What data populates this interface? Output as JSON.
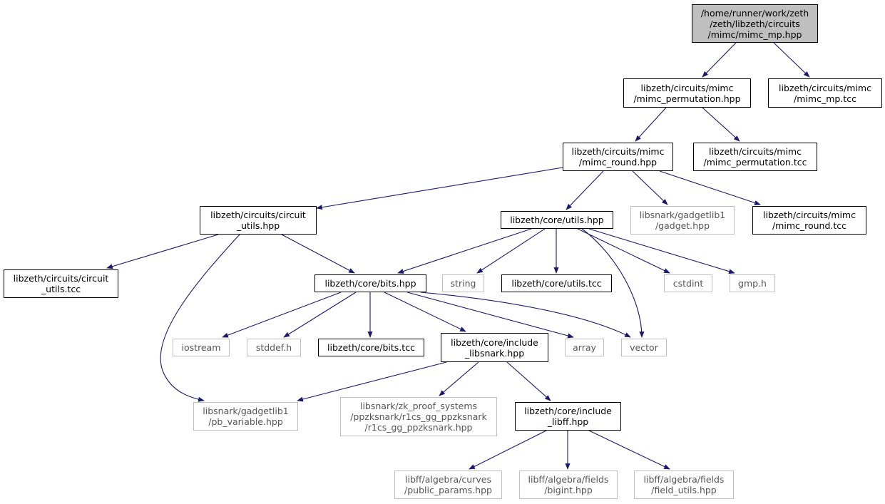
{
  "nodes": {
    "mimc_mp_hpp": [
      "/home/runner/work/zeth",
      "/zeth/libzeth/circuits",
      "/mimc/mimc_mp.hpp"
    ],
    "mimc_permutation_hpp": [
      "libzeth/circuits/mimc",
      "/mimc_permutation.hpp"
    ],
    "mimc_mp_tcc": [
      "libzeth/circuits/mimc",
      "/mimc_mp.tcc"
    ],
    "mimc_round_hpp": [
      "libzeth/circuits/mimc",
      "/mimc_round.hpp"
    ],
    "mimc_permutation_tcc": [
      "libzeth/circuits/mimc",
      "/mimc_permutation.tcc"
    ],
    "circuit_utils_hpp": [
      "libzeth/circuits/circuit",
      "_utils.hpp"
    ],
    "core_utils_hpp": [
      "libzeth/core/utils.hpp"
    ],
    "gadget_hpp": [
      "libsnark/gadgetlib1",
      "/gadget.hpp"
    ],
    "mimc_round_tcc": [
      "libzeth/circuits/mimc",
      "/mimc_round.tcc"
    ],
    "circuit_utils_tcc": [
      "libzeth/circuits/circuit",
      "_utils.tcc"
    ],
    "bits_hpp": [
      "libzeth/core/bits.hpp"
    ],
    "string": [
      "string"
    ],
    "core_utils_tcc": [
      "libzeth/core/utils.tcc"
    ],
    "cstdint": [
      "cstdint"
    ],
    "gmp_h": [
      "gmp.h"
    ],
    "iostream": [
      "iostream"
    ],
    "stddef_h": [
      "stddef.h"
    ],
    "bits_tcc": [
      "libzeth/core/bits.tcc"
    ],
    "include_libsnark_hpp": [
      "libzeth/core/include",
      "_libsnark.hpp"
    ],
    "array": [
      "array"
    ],
    "vector": [
      "vector"
    ],
    "pb_variable_hpp": [
      "libsnark/gadgetlib1",
      "/pb_variable.hpp"
    ],
    "r1cs_gg_ppzksnark_hpp": [
      "libsnark/zk_proof_systems",
      "/ppzksnark/r1cs_gg_ppzksnark",
      "/r1cs_gg_ppzksnark.hpp"
    ],
    "include_libff_hpp": [
      "libzeth/core/include",
      "_libff.hpp"
    ],
    "public_params_hpp": [
      "libff/algebra/curves",
      "/public_params.hpp"
    ],
    "bigint_hpp": [
      "libff/algebra/fields",
      "/bigint.hpp"
    ],
    "field_utils_hpp": [
      "libff/algebra/fields",
      "/field_utils.hpp"
    ]
  },
  "edges": [
    [
      "mimc_mp_hpp",
      "mimc_permutation_hpp"
    ],
    [
      "mimc_mp_hpp",
      "mimc_mp_tcc"
    ],
    [
      "mimc_permutation_hpp",
      "mimc_round_hpp"
    ],
    [
      "mimc_permutation_hpp",
      "mimc_permutation_tcc"
    ],
    [
      "mimc_round_hpp",
      "circuit_utils_hpp"
    ],
    [
      "mimc_round_hpp",
      "core_utils_hpp"
    ],
    [
      "mimc_round_hpp",
      "gadget_hpp"
    ],
    [
      "mimc_round_hpp",
      "mimc_round_tcc"
    ],
    [
      "circuit_utils_hpp",
      "circuit_utils_tcc"
    ],
    [
      "circuit_utils_hpp",
      "bits_hpp"
    ],
    [
      "circuit_utils_hpp",
      "pb_variable_hpp"
    ],
    [
      "core_utils_hpp",
      "bits_hpp"
    ],
    [
      "core_utils_hpp",
      "string"
    ],
    [
      "core_utils_hpp",
      "core_utils_tcc"
    ],
    [
      "core_utils_hpp",
      "cstdint"
    ],
    [
      "core_utils_hpp",
      "gmp_h"
    ],
    [
      "core_utils_hpp",
      "vector"
    ],
    [
      "bits_hpp",
      "iostream"
    ],
    [
      "bits_hpp",
      "stddef_h"
    ],
    [
      "bits_hpp",
      "bits_tcc"
    ],
    [
      "bits_hpp",
      "include_libsnark_hpp"
    ],
    [
      "bits_hpp",
      "array"
    ],
    [
      "bits_hpp",
      "vector"
    ],
    [
      "include_libsnark_hpp",
      "pb_variable_hpp"
    ],
    [
      "include_libsnark_hpp",
      "r1cs_gg_ppzksnark_hpp"
    ],
    [
      "include_libsnark_hpp",
      "include_libff_hpp"
    ],
    [
      "include_libff_hpp",
      "public_params_hpp"
    ],
    [
      "include_libff_hpp",
      "bigint_hpp"
    ],
    [
      "include_libff_hpp",
      "field_utils_hpp"
    ]
  ],
  "colors": {
    "edge": "#191970",
    "root_fill": "#bfbfbf",
    "external_border": "#bfbfbf"
  }
}
